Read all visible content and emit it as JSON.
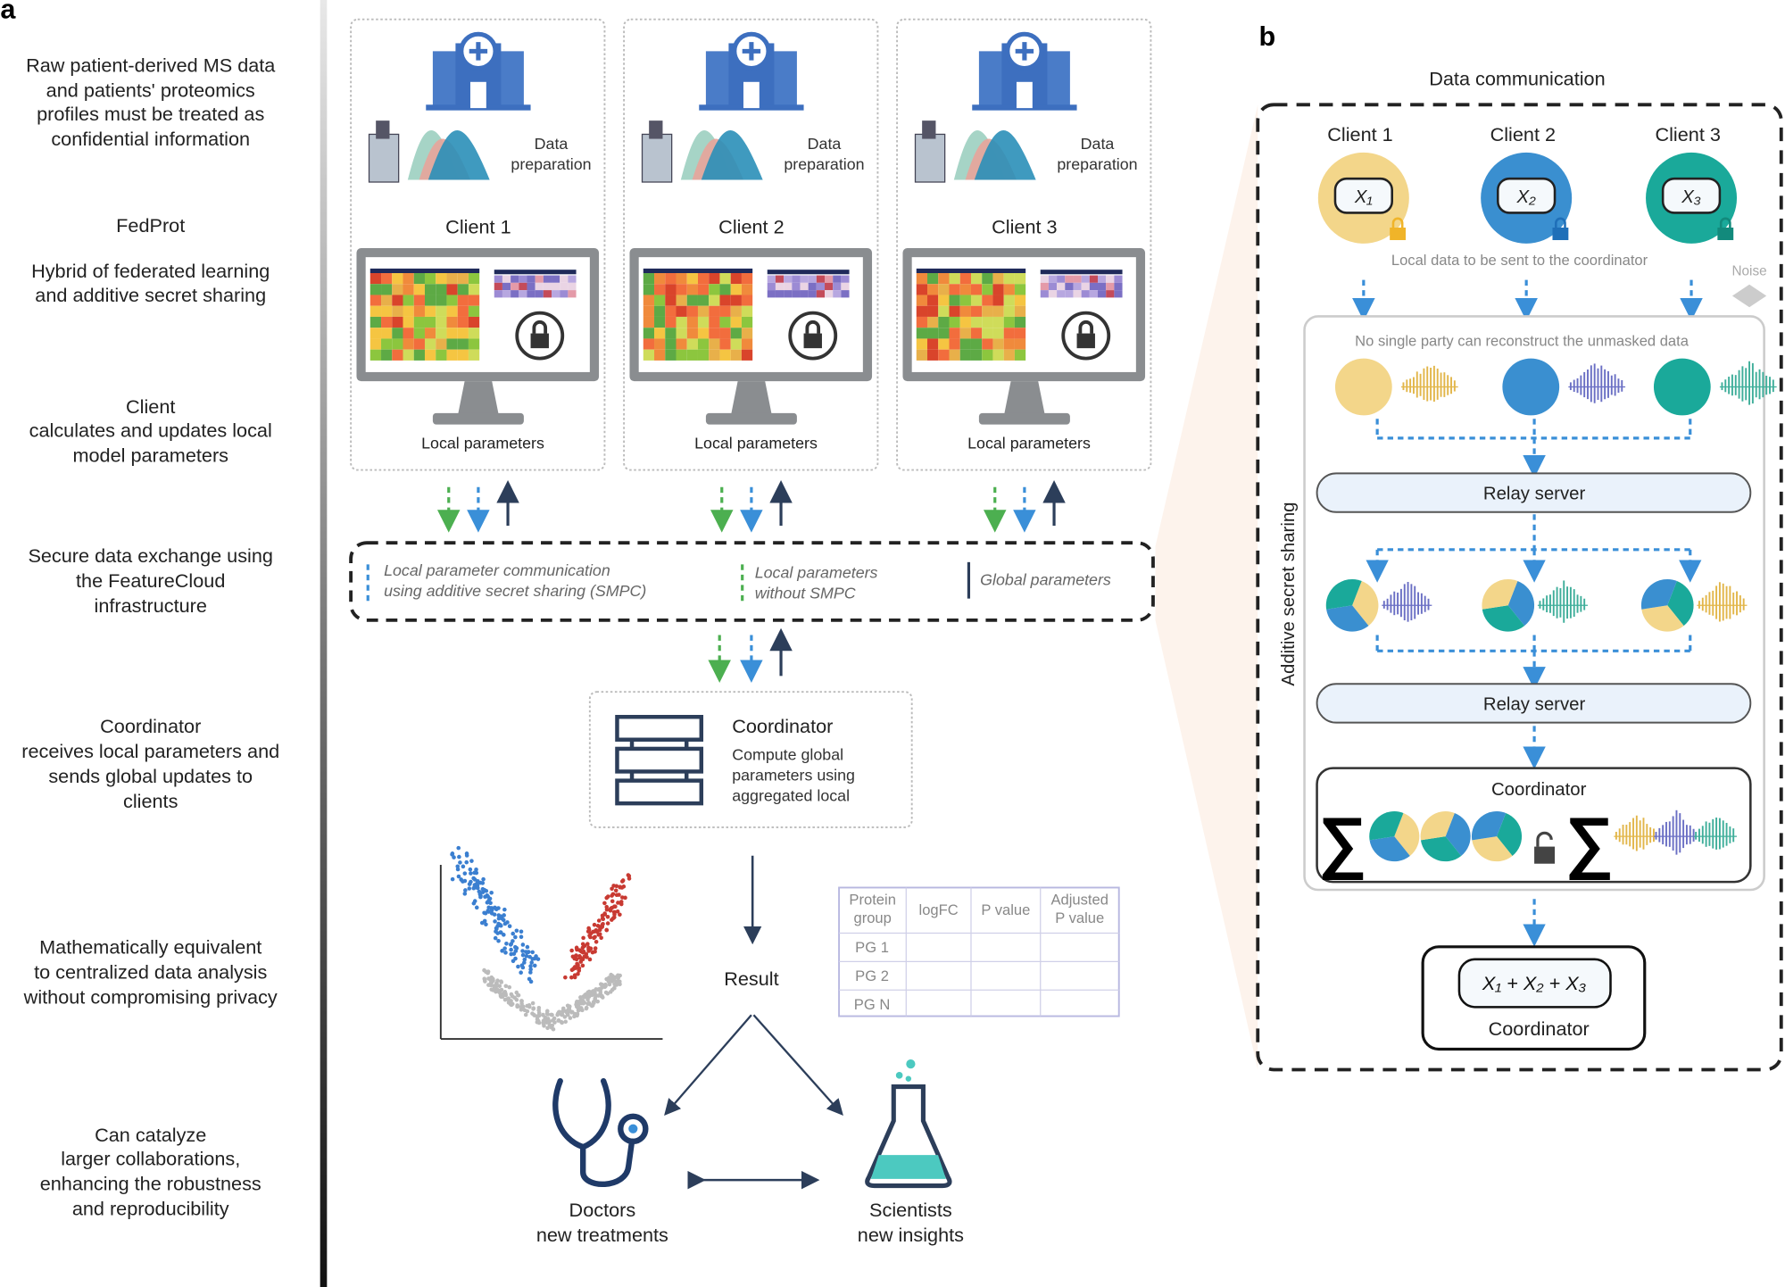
{
  "panel_labels": {
    "a": "a",
    "b": "b"
  },
  "left_column": [
    {
      "lines": [
        "Raw patient-derived MS data",
        "and patients' proteomics",
        "profiles must be treated as",
        "confidential information"
      ]
    },
    {
      "lines": [
        "FedProt"
      ]
    },
    {
      "lines": [
        "Hybrid of federated learning",
        "and additive secret sharing"
      ]
    },
    {
      "lines": [
        "Client",
        "calculates and updates local",
        "model parameters"
      ]
    },
    {
      "lines": [
        "Secure data exchange using",
        "the FeatureCloud",
        "infrastructure"
      ]
    },
    {
      "lines": [
        "Coordinator",
        "receives local parameters and",
        "sends global updates to",
        "clients"
      ]
    },
    {
      "lines": [
        "Mathematically equivalent",
        "to centralized data analysis",
        "without compromising privacy"
      ]
    },
    {
      "lines": [
        "Can catalyze",
        "larger collaborations,",
        "enhancing the robustness",
        "and reproducibility"
      ]
    }
  ],
  "clients": [
    {
      "name": "Client 1",
      "prep": [
        "Data",
        "preparation"
      ],
      "params": "Local parameters"
    },
    {
      "name": "Client 2",
      "prep": [
        "Data",
        "preparation"
      ],
      "params": "Local parameters"
    },
    {
      "name": "Client 3",
      "prep": [
        "Data",
        "preparation"
      ],
      "params": "Local parameters"
    }
  ],
  "legend": {
    "smpc": [
      "Local parameter communication",
      "using additive secret sharing (SMPC)"
    ],
    "no_smpc": [
      "Local parameters",
      "without SMPC"
    ],
    "global": "Global parameters",
    "colors": {
      "smpc": "#3a8fd8",
      "no_smpc": "#4caf50",
      "global": "#2c3e5a"
    }
  },
  "coordinator": {
    "title": "Coordinator",
    "desc": [
      "Compute global",
      "parameters using",
      "aggregated local"
    ]
  },
  "result": {
    "label": "Result",
    "table": {
      "headers": [
        [
          "Protein",
          "group"
        ],
        [
          "logFC"
        ],
        [
          "P value"
        ],
        [
          "Adjusted",
          "P value"
        ]
      ],
      "rows": [
        "PG 1",
        "PG 2",
        "PG N"
      ]
    },
    "doctors": [
      "Doctors",
      "new treatments"
    ],
    "scientists": [
      "Scientists",
      "new insights"
    ]
  },
  "panel_b": {
    "title": "Data communication",
    "side_label": "Additive secret sharing",
    "clients": [
      {
        "name": "Client 1",
        "var": "X₁",
        "color": "#f3d68a",
        "lock": "#f0b429"
      },
      {
        "name": "Client 2",
        "var": "X₂",
        "color": "#3a8fd0",
        "lock": "#1f6fb8"
      },
      {
        "name": "Client 3",
        "var": "X₃",
        "color": "#1aa99a",
        "lock": "#128a7c"
      }
    ],
    "local_data_note": "Local data to be sent to the coordinator",
    "noise_label": "Noise",
    "inner_note": "No single party can reconstruct the unmasked data",
    "relay1": "Relay server",
    "relay2": "Relay server",
    "coordinator": "Coordinator",
    "sum_symbol": "∑",
    "result_formula": "X₁ + X₂ + X₃",
    "result_label": "Coordinator"
  }
}
